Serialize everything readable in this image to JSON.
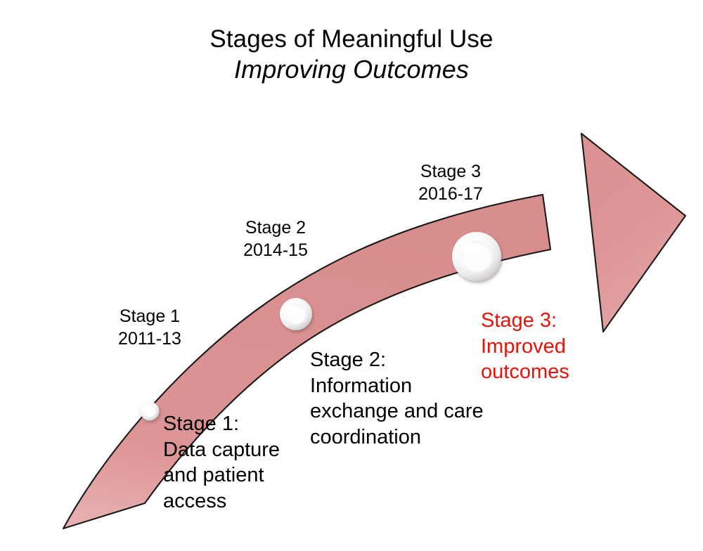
{
  "slide": {
    "background_color": "#ffffff",
    "title_line1": "Stages of Meaningful Use",
    "title_line2": "Improving Outcomes"
  },
  "arrow": {
    "name": "upward-curved-arrow",
    "fill_color": "#dd9494",
    "outline_color": "#1a1a1a",
    "direction": "rising-left-to-right"
  },
  "stages": [
    {
      "marker_name": "stage-1-sphere",
      "period_label": "Stage 1\n2011-13",
      "stage_number": "Stage 1",
      "years": "2011-13",
      "description": "Stage 1:\nData capture\nand patient\naccess",
      "description_title": "Stage 1:",
      "description_body": "Data capture and patient access",
      "text_color": "#000000",
      "marker_size": "small"
    },
    {
      "marker_name": "stage-2-sphere",
      "period_label": "Stage 2\n2014-15",
      "stage_number": "Stage 2",
      "years": "2014-15",
      "description": "Stage 2:\nInformation\nexchange and care\ncoordination",
      "description_title": "Stage 2:",
      "description_body": "Information exchange and care coordination",
      "text_color": "#000000",
      "marker_size": "medium"
    },
    {
      "marker_name": "stage-3-sphere",
      "period_label": "Stage 3\n2016-17",
      "stage_number": "Stage 3",
      "years": "2016-17",
      "description": "Stage 3:\nImproved\noutcomes",
      "description_title": "Stage 3:",
      "description_body": "Improved outcomes",
      "text_color": "#e8130a",
      "marker_size": "large"
    }
  ]
}
